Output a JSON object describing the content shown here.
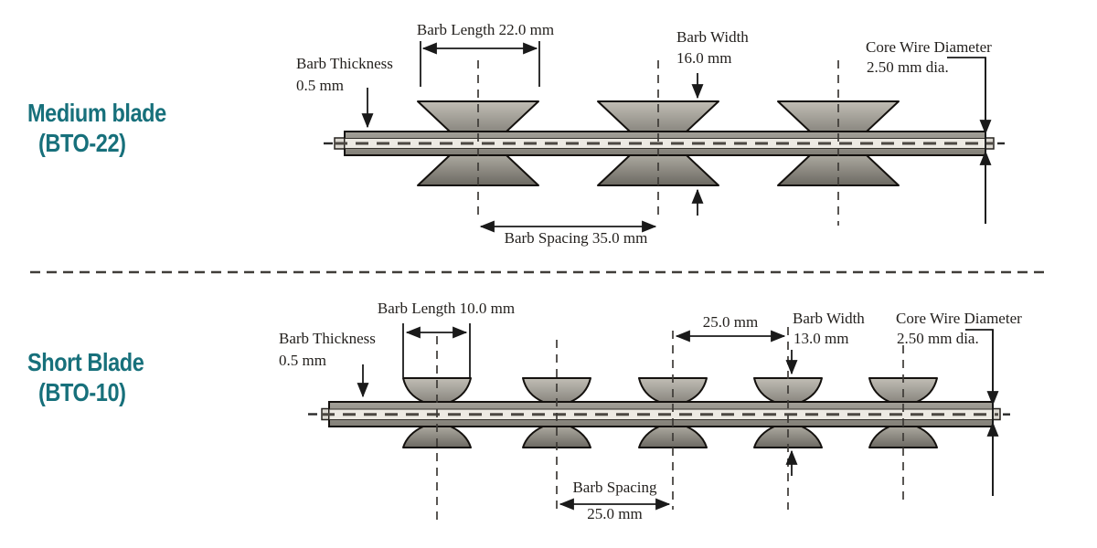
{
  "page": {
    "background": "#ffffff",
    "accent_teal": "#17707b",
    "text_color": "#221f1c",
    "line_color": "#1a1a1a"
  },
  "sections": {
    "medium": {
      "title_line1": "Medium blade",
      "title_line2": "(BTO-22)",
      "labels": {
        "barb_length": "Barb Length 22.0 mm",
        "barb_thickness_l1": "Barb Thickness",
        "barb_thickness_l2": "0.5 mm",
        "barb_width_l1": "Barb Width",
        "barb_width_l2": "16.0 mm",
        "core_wire_l1": "Core Wire Diameter",
        "core_wire_l2": "2.50 mm dia.",
        "barb_spacing": "Barb Spacing 35.0 mm"
      }
    },
    "short": {
      "title_line1": "Short Blade",
      "title_line2": "(BTO-10)",
      "labels": {
        "barb_length": "Barb Length 10.0 mm",
        "barb_thickness_l1": "Barb Thickness",
        "barb_thickness_l2": "0.5 mm",
        "spacing_top": "25.0 mm",
        "barb_width_l1": "Barb Width",
        "barb_width_l2": "13.0 mm",
        "core_wire_l1": "Core Wire Diameter",
        "core_wire_l2": "2.50 mm dia.",
        "barb_spacing_l1": "Barb Spacing",
        "barb_spacing_l2": "25.0 mm"
      }
    }
  }
}
